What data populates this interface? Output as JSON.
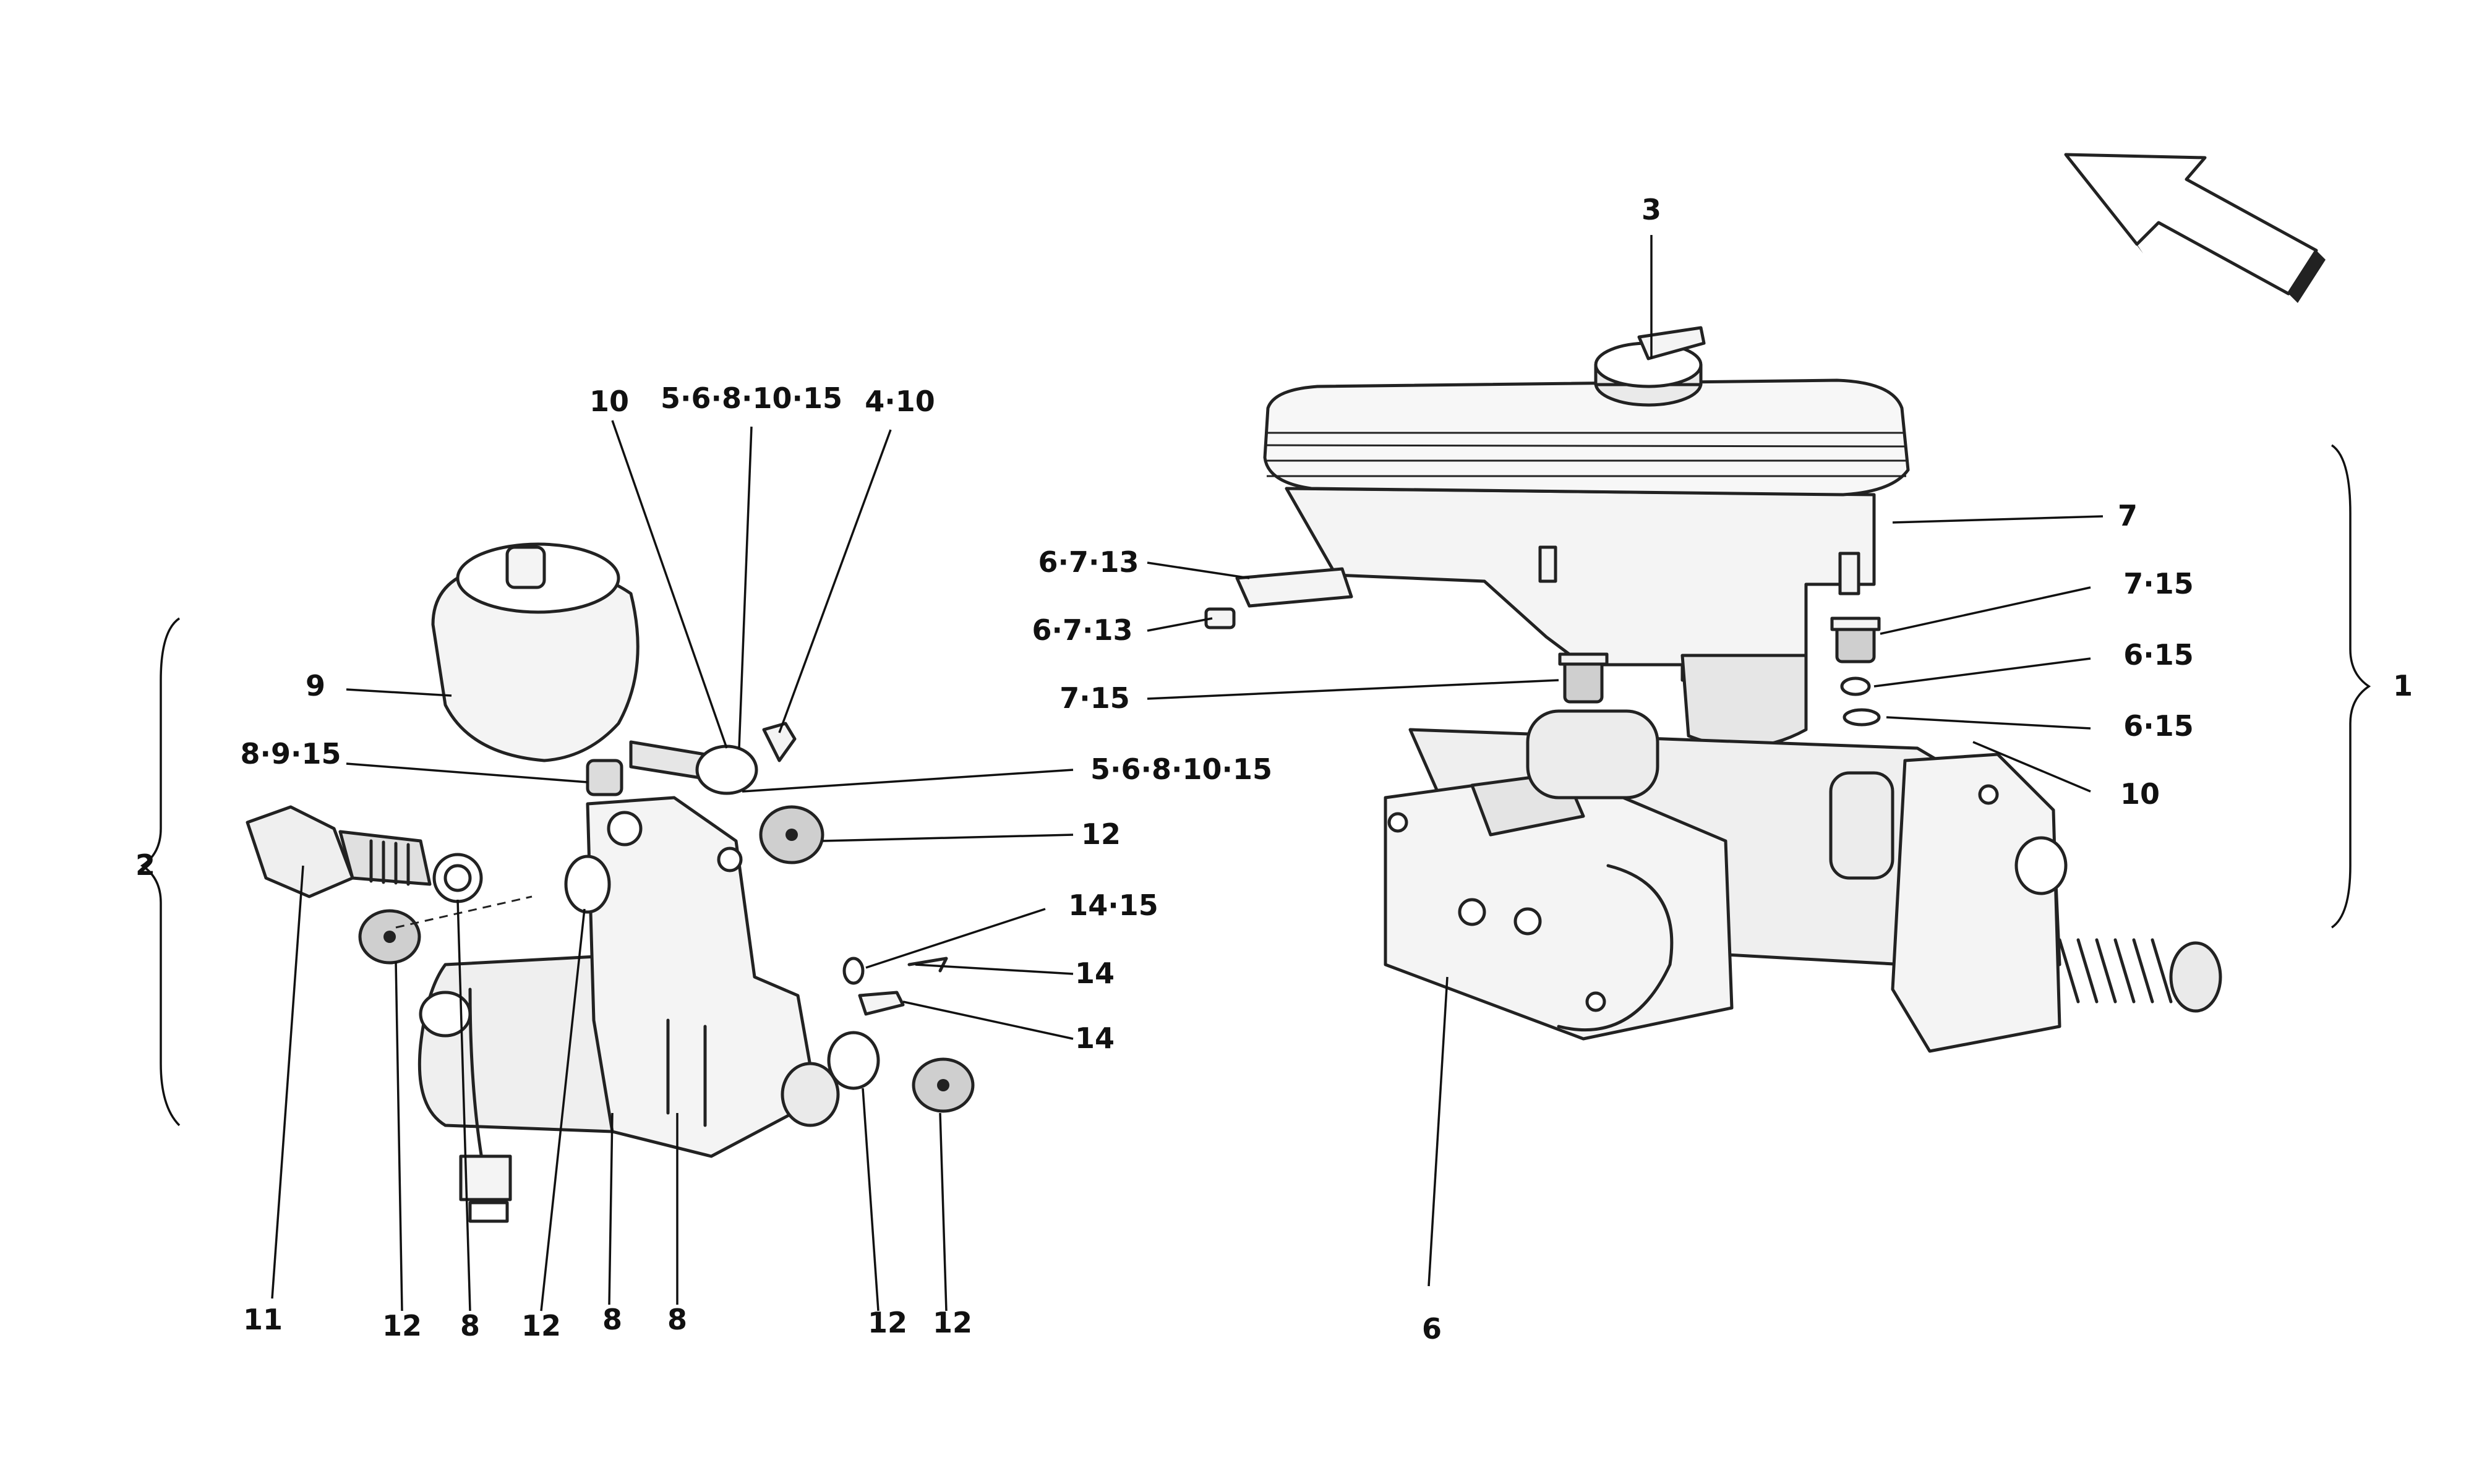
{
  "diagram": {
    "labels": {
      "l_3": "3",
      "l_7": "7",
      "l_7_15_right": "7·15",
      "l_6_15_a": "6·15",
      "l_6_15_b": "6·15",
      "l_1": "1",
      "l_10_right": "10",
      "l_6": "6",
      "l_6_7_13_a": "6·7·13",
      "l_6_7_13_b": "6·7·13",
      "l_7_15_left": "7·15",
      "l_10_top": "10",
      "l_5_6_8_10_15_top": "5·6·8·10·15",
      "l_4_10": "4·10",
      "l_9": "9",
      "l_8_9_15": "8·9·15",
      "l_5_6_8_10_15_mid": "5·6·8·10·15",
      "l_12_a": "12",
      "l_14_15": "14·15",
      "l_14_a": "14",
      "l_14_b": "14",
      "l_2": "2",
      "l_11": "11",
      "l_12_b": "12",
      "l_8_a": "8",
      "l_12_c": "12",
      "l_8_b": "8",
      "l_8_c": "8",
      "l_12_d": "12",
      "l_12_e": "12"
    },
    "icons": [
      "direction-arrow-icon"
    ],
    "colors": {
      "ink": "#222222",
      "part_fill": "#f4f4f4",
      "shade": "#d9d9d9"
    }
  }
}
